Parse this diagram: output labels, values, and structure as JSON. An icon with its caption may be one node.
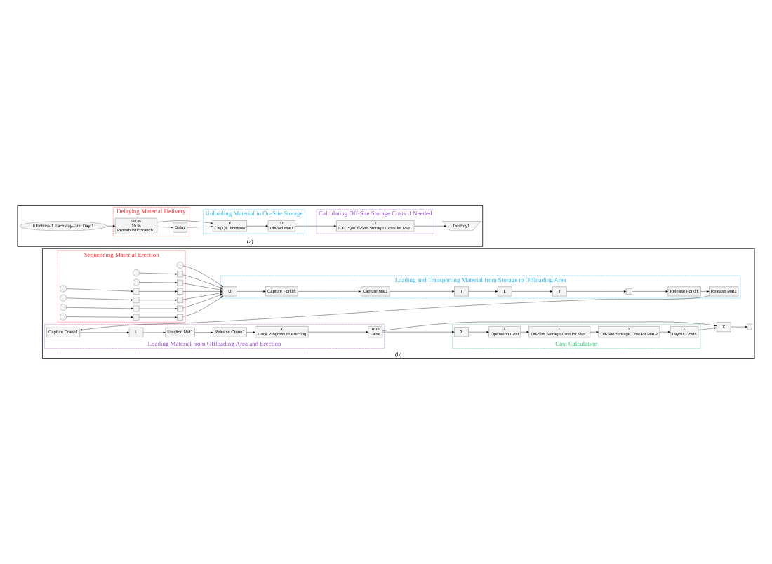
{
  "diagram": {
    "nodes": [
      {
        "text": [
          "(a)"
        ]
      },
      {
        "text": [
          "Delaying Material Delivery"
        ],
        "in": 0
      },
      {
        "text": [
          "Unloading Material in On-Site Storage"
        ],
        "in": 0
      },
      {
        "text": [
          "Calculating Off-Site Storage Costs if Needed"
        ],
        "in": 0
      },
      {
        "text": [
          "6 Entities-1 Each day-First Day 1"
        ],
        "in": 0
      },
      {
        "text": [
          "90 %",
          "10 %",
          "ProbabilisticBranch1"
        ],
        "in": 1
      },
      {
        "text": [
          "Delay"
        ],
        "in": 1
      },
      {
        "text": [
          "X",
          "CX(1)=TimeNow"
        ],
        "in": 2
      },
      {
        "text": [
          "U",
          "Unload Mat1"
        ],
        "in": 2
      },
      {
        "text": [
          "X",
          "CX(15)=Off-Site Storage Costs for Mat1"
        ],
        "in": 3
      },
      {
        "text": [
          "Destroy1"
        ],
        "in": 0
      },
      {
        "text": [
          "(b)"
        ]
      },
      {
        "text": [
          "Sequencing Material Erection"
        ],
        "in": 11
      },
      {
        "text": [
          "Loading and Transporting Material from Storage to Offloading Area"
        ],
        "in": 11
      },
      {
        "text": [
          "Loading Material from Offloading Area and Erection"
        ],
        "in": 11
      },
      {
        "text": [
          "Cost Calculation"
        ],
        "in": 11
      },
      {
        "text": [],
        "shape": "circle",
        "in": 12
      },
      {
        "text": [],
        "shape": "circle",
        "in": 12
      },
      {
        "text": [],
        "shape": "box",
        "in": 12
      },
      {
        "text": [],
        "shape": "circle",
        "in": 12
      },
      {
        "text": [],
        "shape": "box",
        "in": 12
      },
      {
        "text": [],
        "shape": "circle",
        "in": 12
      },
      {
        "text": [],
        "shape": "box",
        "in": 12
      },
      {
        "text": [],
        "shape": "box",
        "in": 12
      },
      {
        "text": [],
        "shape": "circle",
        "in": 12
      },
      {
        "text": [],
        "shape": "box",
        "in": 12
      },
      {
        "text": [],
        "shape": "box",
        "in": 12
      },
      {
        "text": [],
        "shape": "circle",
        "in": 12
      },
      {
        "text": [],
        "shape": "box",
        "in": 12
      },
      {
        "text": [],
        "shape": "box",
        "in": 12
      },
      {
        "text": [],
        "shape": "circle",
        "in": 12
      },
      {
        "text": [],
        "shape": "box",
        "in": 12
      },
      {
        "text": [],
        "shape": "box",
        "in": 12
      },
      {
        "text": [
          "U"
        ],
        "in": 13
      },
      {
        "text": [
          "Capture Forklift"
        ],
        "in": 13
      },
      {
        "text": [
          "Capture Mat1"
        ],
        "in": 13
      },
      {
        "text": [
          "T"
        ],
        "in": 13
      },
      {
        "text": [
          "L"
        ],
        "in": 13
      },
      {
        "text": [
          "T"
        ],
        "in": 13
      },
      {
        "text": [],
        "shape": "box",
        "in": 13
      },
      {
        "text": [
          "Release Forklift"
        ],
        "in": 13
      },
      {
        "text": [
          "Release Mat1"
        ],
        "in": 13
      },
      {
        "text": [
          "Capture Crane1"
        ],
        "in": 14
      },
      {
        "text": [
          "L"
        ],
        "in": 14
      },
      {
        "text": [
          "Erection Mat1"
        ],
        "in": 14
      },
      {
        "text": [
          "Release Crane1"
        ],
        "in": 14
      },
      {
        "text": [
          "X",
          "Track Progress of Erecting"
        ],
        "in": 14
      },
      {
        "text": [
          "True",
          "False"
        ],
        "in": 14
      },
      {
        "text": [
          "Σ"
        ],
        "in": 15
      },
      {
        "text": [
          "Σ",
          "Operation Cost"
        ],
        "in": 15
      },
      {
        "text": [
          "Σ",
          "Off-Site Storage Cost for Mat 1"
        ],
        "in": 15
      },
      {
        "text": [
          "Σ",
          "Off-Site Storage Cost for Mat 2"
        ],
        "in": 15
      },
      {
        "text": [
          "Σ",
          "Layout Costs"
        ],
        "in": 15
      },
      {
        "text": [
          "X"
        ],
        "in": 11
      },
      {
        "text": [],
        "shape": "trapezoid",
        "in": 11
      }
    ],
    "edges": [
      {
        "from": 4,
        "to": 5,
        "arrow": "to"
      },
      {
        "from": 5,
        "to": 7,
        "arrow": "to"
      },
      {
        "from": 5,
        "to": 6,
        "arrow": "to"
      },
      {
        "from": 6,
        "to": 7,
        "arrow": "to"
      },
      {
        "from": 7,
        "to": 8,
        "arrow": "to"
      },
      {
        "from": 8,
        "to": 9,
        "arrow": "to"
      },
      {
        "from": 9,
        "to": 10,
        "arrow": "to"
      },
      {
        "from": 16,
        "to": 33,
        "arrow": "to"
      },
      {
        "from": 17,
        "to": 18,
        "arrow": "to"
      },
      {
        "from": 18,
        "to": 33,
        "arrow": "to"
      },
      {
        "from": 19,
        "to": 20,
        "arrow": "to"
      },
      {
        "from": 20,
        "to": 33,
        "arrow": "to"
      },
      {
        "from": 21,
        "to": 22,
        "arrow": "to"
      },
      {
        "from": 22,
        "to": 23,
        "arrow": "to"
      },
      {
        "from": 23,
        "to": 33,
        "arrow": "to"
      },
      {
        "from": 24,
        "to": 25,
        "arrow": "to"
      },
      {
        "from": 25,
        "to": 26,
        "arrow": "to"
      },
      {
        "from": 26,
        "to": 33,
        "arrow": "to"
      },
      {
        "from": 27,
        "to": 28,
        "arrow": "to"
      },
      {
        "from": 28,
        "to": 29,
        "arrow": "to"
      },
      {
        "from": 29,
        "to": 33,
        "arrow": "to"
      },
      {
        "from": 30,
        "to": 31,
        "arrow": "to"
      },
      {
        "from": 31,
        "to": 32,
        "arrow": "to"
      },
      {
        "from": 32,
        "to": 33,
        "arrow": "to"
      },
      {
        "from": 33,
        "to": 34,
        "arrow": "to"
      },
      {
        "from": 34,
        "to": 35,
        "arrow": "to"
      },
      {
        "from": 35,
        "to": 36,
        "arrow": "to"
      },
      {
        "from": 36,
        "to": 37,
        "arrow": "to"
      },
      {
        "from": 37,
        "to": 38,
        "arrow": "to"
      },
      {
        "from": 38,
        "to": 39,
        "arrow": "to"
      },
      {
        "from": 39,
        "to": 40,
        "arrow": "to"
      },
      {
        "from": 40,
        "to": 41,
        "arrow": "to"
      },
      {
        "from": 41,
        "to": 42,
        "arrow": "to"
      },
      {
        "from": 42,
        "to": 43,
        "arrow": "to"
      },
      {
        "from": 43,
        "to": 44,
        "arrow": "to"
      },
      {
        "from": 44,
        "to": 45,
        "arrow": "to"
      },
      {
        "from": 45,
        "to": 46,
        "arrow": "to"
      },
      {
        "from": 46,
        "to": 47,
        "arrow": "to"
      },
      {
        "from": 47,
        "to": 48,
        "arrow": "to"
      },
      {
        "from": 47,
        "to": 53,
        "arrow": "to"
      },
      {
        "from": 48,
        "to": 49,
        "arrow": "to"
      },
      {
        "from": 49,
        "to": 50,
        "arrow": "to"
      },
      {
        "from": 50,
        "to": 51,
        "arrow": "to"
      },
      {
        "from": 51,
        "to": 52,
        "arrow": "to"
      },
      {
        "from": 52,
        "to": 53,
        "arrow": "to"
      },
      {
        "from": 53,
        "to": 54,
        "arrow": "to"
      }
    ]
  }
}
